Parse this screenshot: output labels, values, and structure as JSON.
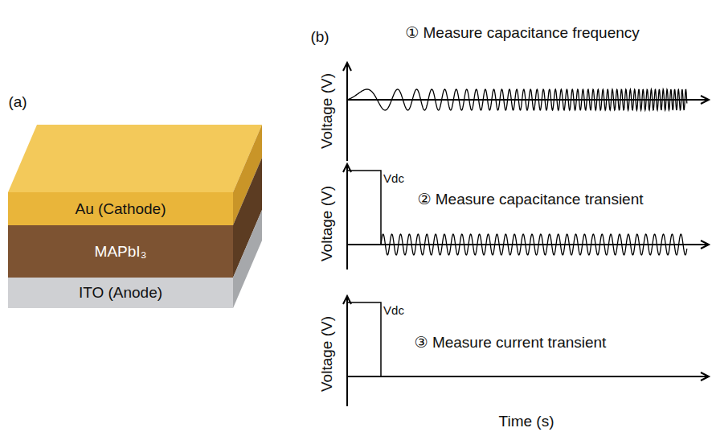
{
  "diagram": {
    "nodes": [
      {
        "text": [
          "Au (Cathode)"
        ]
      },
      {
        "text": [
          "MAPbI₃"
        ]
      },
      {
        "text": [
          "ITO (Anode)"
        ]
      }
    ],
    "labels": [
      "(a)",
      "(b)",
      "Voltage (V)",
      "① Measure capacitance frequency",
      "Voltage (V)",
      "Vdc",
      "② Measure capacitance transient",
      "Voltage (V)",
      "Vdc",
      "③ Measure current transient",
      "Time (s)"
    ]
  }
}
